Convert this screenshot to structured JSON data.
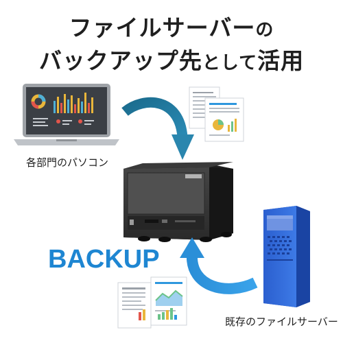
{
  "title": {
    "line1_main": "ファイルサーバー",
    "line1_tail": "の",
    "line2_a": "バックアップ先",
    "line2_b": "として",
    "line2_c": "活用"
  },
  "labels": {
    "pc": "各部門のパソコン",
    "server": "既存のファイルサーバー",
    "backup": "BACKUP"
  },
  "colors": {
    "arrow_dark": "#1f6f93",
    "arrow_light": "#2e97de",
    "backup_text": "#1e86d2",
    "server_blue": "#2a62d6",
    "nas_body": "#2b2b2b"
  }
}
